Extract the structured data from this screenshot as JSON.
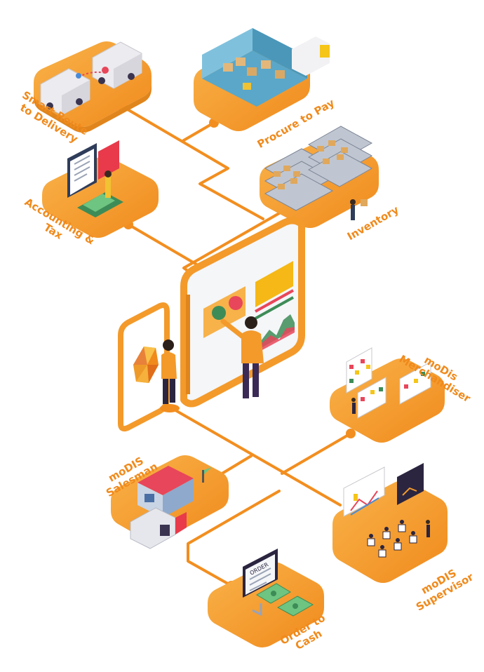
{
  "colors": {
    "accent": "#f39a2b",
    "accent_light": "#f7b24a",
    "accent_dark": "#e0851c",
    "label": "#f08a1c",
    "connector": "#f28e1f",
    "floor": "#dfe6ec",
    "figure_dark": "#2b2540",
    "screen": "#f4f6f8"
  },
  "modules": {
    "smart_route": {
      "line1": "Smart Route",
      "line2": "to Delivery",
      "icon": "truck-route-icon"
    },
    "procure_to_pay": {
      "line1": "Procure to Pay",
      "line2": "",
      "icon": "warehouse-icon"
    },
    "accounting_tax": {
      "line1": "Accounting &",
      "line2": "Tax",
      "icon": "invoice-icon"
    },
    "inventory": {
      "line1": "Inventory",
      "line2": "",
      "icon": "shelves-icon"
    },
    "merchandiser": {
      "line1": "moDis",
      "line2": "Merchandiser",
      "icon": "store-shelves-icon"
    },
    "salesman": {
      "line1": "moDIS",
      "line2": "Salesman",
      "icon": "shop-truck-icon"
    },
    "supervisor": {
      "line1": "moDIS",
      "line2": "Supervisor",
      "icon": "meeting-icon"
    },
    "order_to_cash": {
      "line1": "Order to",
      "line2": "Cash",
      "icon": "order-cash-icon"
    }
  },
  "screen_text": {
    "order": "ORDER"
  }
}
